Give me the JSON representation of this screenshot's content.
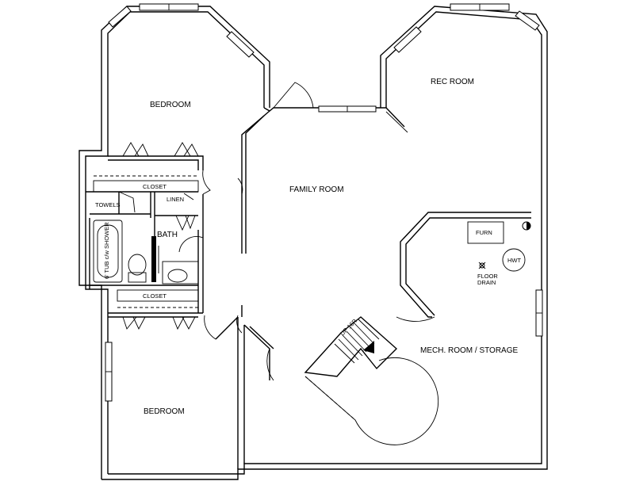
{
  "plan": {
    "rooms": {
      "bedroom_top": "BEDROOM",
      "rec_room": "REC ROOM",
      "family_room": "FAMILY ROOM",
      "bath": "BATH",
      "mech_room": "MECH. ROOM / STORAGE",
      "bedroom_bottom": "BEDROOM"
    },
    "labels": {
      "closet_top": "CLOSET",
      "closet_bottom": "CLOSET",
      "linen": "LINEN",
      "towels": "TOWELS",
      "tub": "6' TUB c/w SHOWER",
      "furn": "FURN",
      "hwt": "HWT",
      "floor_drain_1": "FLOOR",
      "floor_drain_2": "DRAIN",
      "stairs": "UP 16R"
    }
  }
}
